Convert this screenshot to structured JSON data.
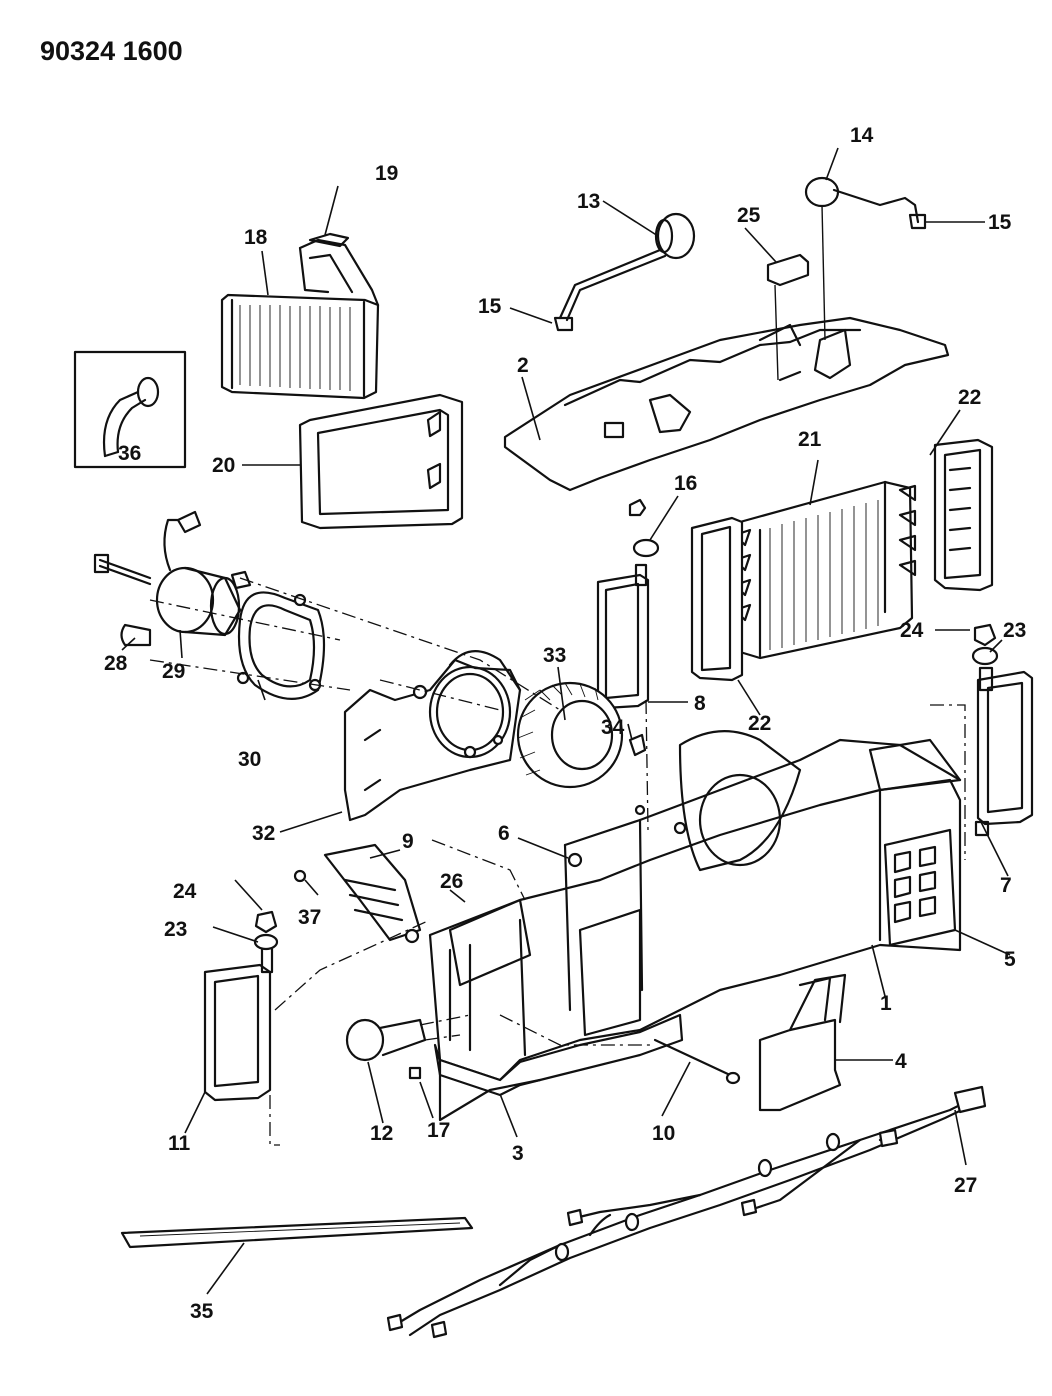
{
  "diagram_code": "90324 1600",
  "callouts": [
    {
      "id": "c36",
      "text": "36"
    },
    {
      "id": "c19",
      "text": "19"
    },
    {
      "id": "c18",
      "text": "18"
    },
    {
      "id": "c20",
      "text": "20"
    },
    {
      "id": "c13",
      "text": "13"
    },
    {
      "id": "c14",
      "text": "14"
    },
    {
      "id": "c25",
      "text": "25"
    },
    {
      "id": "c15a",
      "text": "15"
    },
    {
      "id": "c15b",
      "text": "15"
    },
    {
      "id": "c2",
      "text": "2"
    },
    {
      "id": "c22a",
      "text": "22"
    },
    {
      "id": "c21",
      "text": "21"
    },
    {
      "id": "c16",
      "text": "16"
    },
    {
      "id": "c24a",
      "text": "24"
    },
    {
      "id": "c23a",
      "text": "23"
    },
    {
      "id": "c22b",
      "text": "22"
    },
    {
      "id": "c8",
      "text": "8"
    },
    {
      "id": "c33",
      "text": "33"
    },
    {
      "id": "c34",
      "text": "34"
    },
    {
      "id": "c28",
      "text": "28"
    },
    {
      "id": "c29",
      "text": "29"
    },
    {
      "id": "c30",
      "text": "30"
    },
    {
      "id": "c32",
      "text": "32"
    },
    {
      "id": "c6",
      "text": "6"
    },
    {
      "id": "c9",
      "text": "9"
    },
    {
      "id": "c26",
      "text": "26"
    },
    {
      "id": "c7",
      "text": "7"
    },
    {
      "id": "c5",
      "text": "5"
    },
    {
      "id": "c24b",
      "text": "24"
    },
    {
      "id": "c23b",
      "text": "23"
    },
    {
      "id": "c37",
      "text": "37"
    },
    {
      "id": "c1",
      "text": "1"
    },
    {
      "id": "c4",
      "text": "4"
    },
    {
      "id": "c11",
      "text": "11"
    },
    {
      "id": "c12",
      "text": "12"
    },
    {
      "id": "c17",
      "text": "17"
    },
    {
      "id": "c3",
      "text": "3"
    },
    {
      "id": "c10",
      "text": "10"
    },
    {
      "id": "c27",
      "text": "27"
    },
    {
      "id": "c35",
      "text": "35"
    }
  ]
}
